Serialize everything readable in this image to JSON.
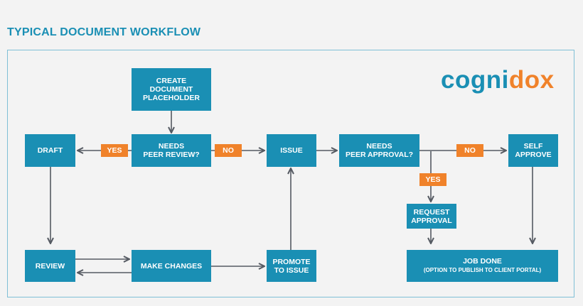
{
  "title": "TYPICAL DOCUMENT WORKFLOW",
  "logo": {
    "part1": "cogni",
    "part2": "dox"
  },
  "boxes": {
    "create": "CREATE\nDOCUMENT\nPLACEHOLDER",
    "draft": "DRAFT",
    "needs_review": "NEEDS\nPEER REVIEW?",
    "issue": "ISSUE",
    "needs_approval": "NEEDS\nPEER APPROVAL?",
    "self_approve": "SELF\nAPPROVE",
    "request_approval": "REQUEST\nAPPROVAL",
    "review": "REVIEW",
    "make_changes": "MAKE CHANGES",
    "promote": "PROMOTE\nTO ISSUE",
    "job_done": "JOB DONE",
    "job_done_sub": "(OPTION TO PUBLISH TO CLIENT PORTAL)"
  },
  "tags": {
    "yes_review": "YES",
    "no_review": "NO",
    "no_approval": "NO",
    "yes_approval": "YES"
  },
  "colors": {
    "box": "#1a8fb4",
    "tag": "#f0822a",
    "arrow": "#555a62",
    "title": "#1a8fb4"
  }
}
